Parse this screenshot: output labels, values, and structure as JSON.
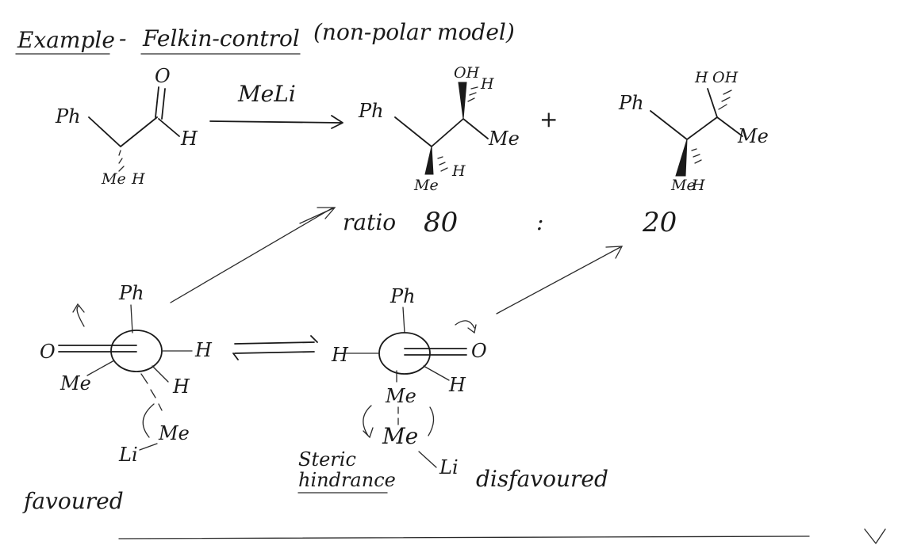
{
  "header": {
    "partial_top": "",
    "example_label": "Example",
    "dash": "-",
    "topic": "Felkin-control",
    "subtitle": "(non-polar model)"
  },
  "reaction": {
    "start_ph": "Ph",
    "start_o": "O",
    "start_h": "H",
    "start_me": "Me",
    "start_h2": "H",
    "reagent": "MeLi",
    "p1_ph": "Ph",
    "p1_oh": "OH",
    "p1_h": "H",
    "p1_me": "Me",
    "p1_me_low": "Me",
    "p1_h_low": "H",
    "plus": "+",
    "p2_ph": "Ph",
    "p2_h": "H",
    "p2_oh": "OH",
    "p2_me": "Me",
    "p2_me_low": "Me",
    "p2_h_low": "H"
  },
  "ratio": {
    "label": "ratio",
    "major": "80",
    "sep": ":",
    "minor": "20"
  },
  "newman_left": {
    "ph": "Ph",
    "o": "O",
    "h_right": "H",
    "me": "Me",
    "h_low": "H",
    "nuc_me": "Me",
    "li": "Li",
    "caption": "favoured"
  },
  "newman_right": {
    "ph": "Ph",
    "h_left": "H",
    "o": "O",
    "h_low": "H",
    "me": "Me",
    "nuc_me": "Me",
    "li": "Li",
    "steric_1": "Steric",
    "steric_2": "hindrance",
    "caption": "disfavoured"
  }
}
